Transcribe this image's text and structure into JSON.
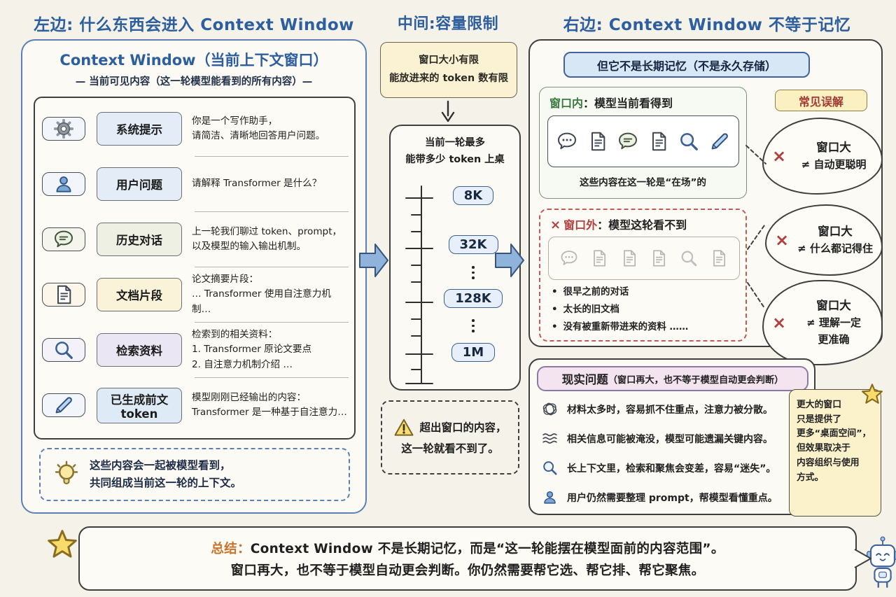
{
  "colors": {
    "page_bg": "#f5f2ea",
    "title_blue": "#2d5e9e",
    "panel_border_blue": "#5c80b4",
    "inside_green": "#3a7a40",
    "outside_red": "#b43f3c",
    "summary_orange": "#c9742c",
    "badge_yellow_bg": "#faf0c2",
    "note_yellow_bg": "#fbf2cc",
    "arrow_blue": "#8fb3da"
  },
  "left": {
    "title": "左边: 什么东西会进入 Context Window",
    "panel_title": "Context Window（当前上下文窗口）",
    "panel_subtitle": "— 当前可见内容（这一轮模型能看到的所有内容）—",
    "rows": [
      {
        "icon": "gear",
        "label": "系统提示",
        "desc": "你是一个写作助手，\n请简洁、清晰地回答用户问题。"
      },
      {
        "icon": "user",
        "label": "用户问题",
        "desc": "请解释 Transformer 是什么？"
      },
      {
        "icon": "chat-lines",
        "label": "历史对话",
        "desc": "上一轮我们聊过 token、prompt，\n以及模型的输入输出机制。"
      },
      {
        "icon": "document",
        "label": "文档片段",
        "desc": "论文摘要片段：\n… Transformer 使用自注意力机制…"
      },
      {
        "icon": "search",
        "label": "检索资料",
        "desc": "检索到的相关资料：\n1. Transformer 原论文要点\n2. 自注意力机制介绍 …"
      },
      {
        "icon": "pencil",
        "label": "已生成前文\ntoken",
        "desc": "模型刚刚已经输出的内容：\nTransformer 是一种基于自注意力…"
      }
    ],
    "note_icon": "bulb",
    "note": "这些内容会一起被模型看到，\n共同组成当前这一轮的上下文。"
  },
  "middle": {
    "title": "中间:容量限制",
    "limit_box": "窗口大小有限\n能放进来的 token 数有限",
    "scale_title": "当前一轮最多\n能带多少 token 上桌",
    "token_sizes": [
      "8K",
      "32K",
      "128K",
      "1M"
    ],
    "warning_icon": "warning",
    "warning_line1": "超出窗口的内容，",
    "warning_line2": "这一轮就看不到了。"
  },
  "right": {
    "title": "右边: Context Window 不等于记忆",
    "header_pill": "但它不是长期记忆（不是永久存储）",
    "inside": {
      "label": "窗口内",
      "label_suffix": "：模型当前看得到",
      "icons": [
        "chat-dots",
        "document",
        "chat-lines",
        "document",
        "search",
        "pencil"
      ],
      "caption": "这些内容在这一轮是“在场”的"
    },
    "outside": {
      "cross": "×",
      "label": "窗口外",
      "label_suffix": "：模型这轮看不到",
      "icons": [
        "chat-dots",
        "document",
        "document",
        "document",
        "search",
        "document"
      ],
      "bullets": [
        "很早之前的对话",
        "太长的旧文档",
        "没有被重新带进来的资料  ……"
      ]
    },
    "misconception_badge": "常见误解",
    "clouds": [
      {
        "cross": "×",
        "lines": [
          "窗口大",
          "≠ 自动更聪明"
        ]
      },
      {
        "cross": "×",
        "lines": [
          "窗口大",
          "≠ 什么都记得住"
        ]
      },
      {
        "cross": "×",
        "lines": [
          "窗口大",
          "≠ 理解一定",
          "更准确"
        ]
      }
    ],
    "reality": {
      "header": "现实问题",
      "header_paren": "（窗口再大，也不等于模型自动更会判断）",
      "items": [
        {
          "icon": "tangle",
          "text": "材料太多时，容易抓不住重点，注意力被分散。"
        },
        {
          "icon": "waves",
          "text": "相关信息可能被淹没，模型可能遗漏关键内容。"
        },
        {
          "icon": "search",
          "text": "长上下文里，检索和聚焦会变差，容易“迷失”。"
        },
        {
          "icon": "user",
          "text": "用户仍然需要整理 prompt，帮模型看懂重点。"
        }
      ]
    },
    "sticky_note": "更大的窗口\n只是提供了\n更多“桌面空间”，\n但效果取决于\n内容组织与使用\n方式。"
  },
  "summary": {
    "prefix": "总结：",
    "line1": "Context Window 不是长期记忆，而是“这一轮能摆在模型面前的内容范围”。",
    "line2": "窗口再大，也不等于模型自动更会判断。你仍然需要帮它选、帮它排、帮它聚焦。"
  }
}
